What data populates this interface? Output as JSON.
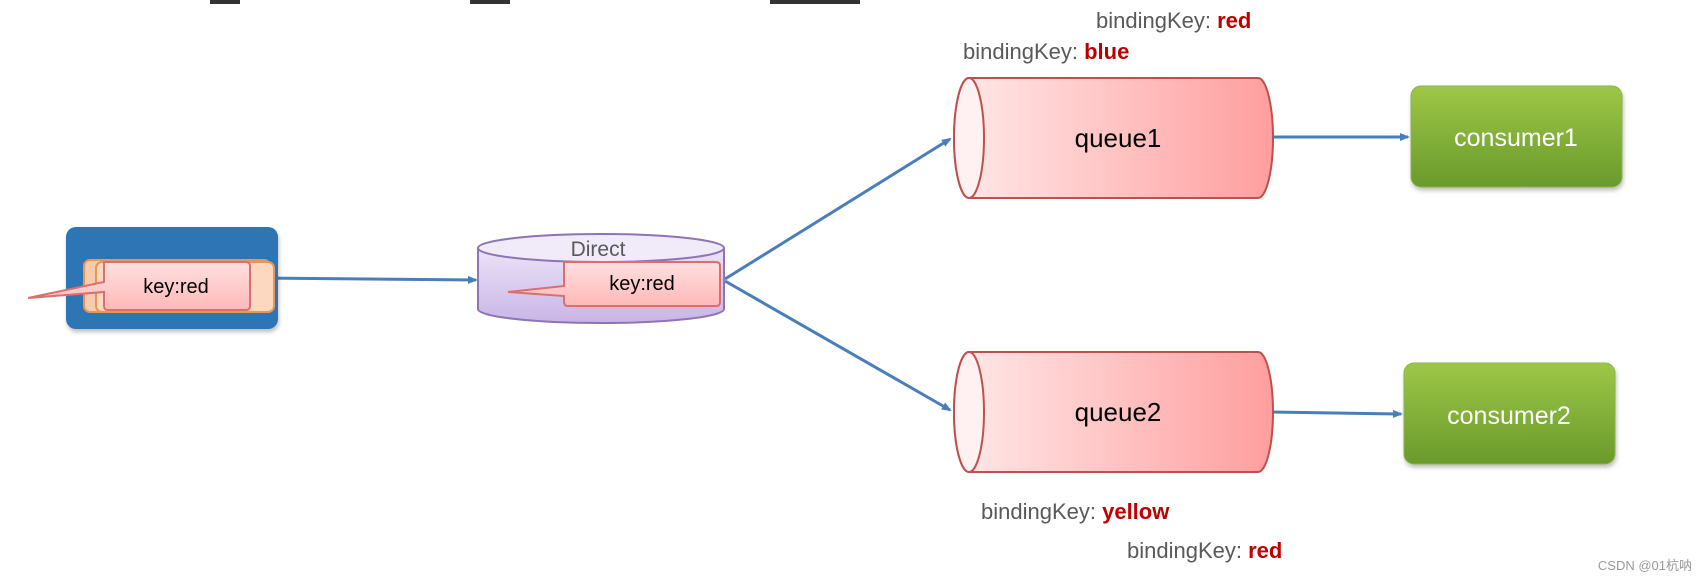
{
  "header_title_partial": "",
  "publisher": {
    "message_label": "key:red"
  },
  "exchange": {
    "label": "Direct",
    "message_label": "key:red"
  },
  "queues": [
    {
      "label": "queue1"
    },
    {
      "label": "queue2"
    }
  ],
  "consumers": [
    {
      "label": "consumer1"
    },
    {
      "label": "consumer2"
    }
  ],
  "bindings": [
    {
      "prefix": "bindingKey: ",
      "key": "red"
    },
    {
      "prefix": "bindingKey: ",
      "key": "blue"
    },
    {
      "prefix": "bindingKey: ",
      "key": "yellow"
    },
    {
      "prefix": "bindingKey: ",
      "key": "red"
    }
  ],
  "colors": {
    "arrow": "#4a7ebb",
    "binding_key": "#c00000",
    "publisher_box": "#2e75b6",
    "consumer_green": "#7aab34",
    "queue_fill": "#ff9e9e"
  },
  "watermark": "CSDN @01杭呐"
}
